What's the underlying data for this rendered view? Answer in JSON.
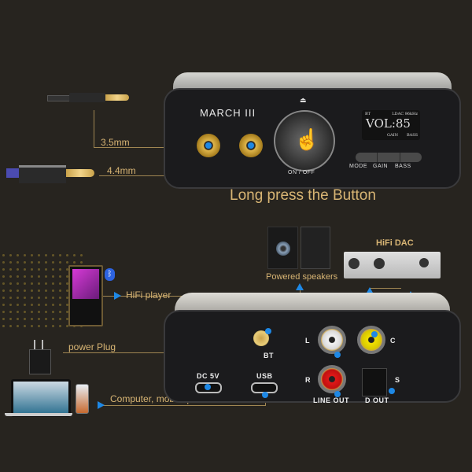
{
  "front": {
    "brand": "MARCH III",
    "power_symbol": "⏏",
    "knob_label": "ON / OFF",
    "display": {
      "source": "BT",
      "codec": "LDAC 96kHz",
      "volume_text": "VOL:85",
      "indicator_gain": "GAIN",
      "indicator_bass": "BASS"
    },
    "buttons": [
      {
        "label": "MODE"
      },
      {
        "label": "GAIN"
      },
      {
        "label": "BASS"
      }
    ],
    "jacks": [
      {
        "label": "3.5mm"
      },
      {
        "label": "4.4mm"
      }
    ]
  },
  "caption": "Long press the Button",
  "back": {
    "ports": {
      "bt": "BT",
      "dc": "DC 5V",
      "usb": "USB",
      "left": "L",
      "right": "R",
      "coax": "C",
      "optical": "S",
      "line_out": "LINE OUT",
      "d_out": "D OUT"
    }
  },
  "connections": {
    "hifi_player": "HiFi player",
    "power_plug": "power Plug",
    "computer": "Computer, mobile phone",
    "powered_speakers": "Powered speakers",
    "hifi_dac": "HiFi DAC"
  },
  "colors": {
    "background": "#27241f",
    "accent_gold": "#d8b574",
    "connector_blue": "#1e88e5",
    "line_gold": "#a08652"
  }
}
